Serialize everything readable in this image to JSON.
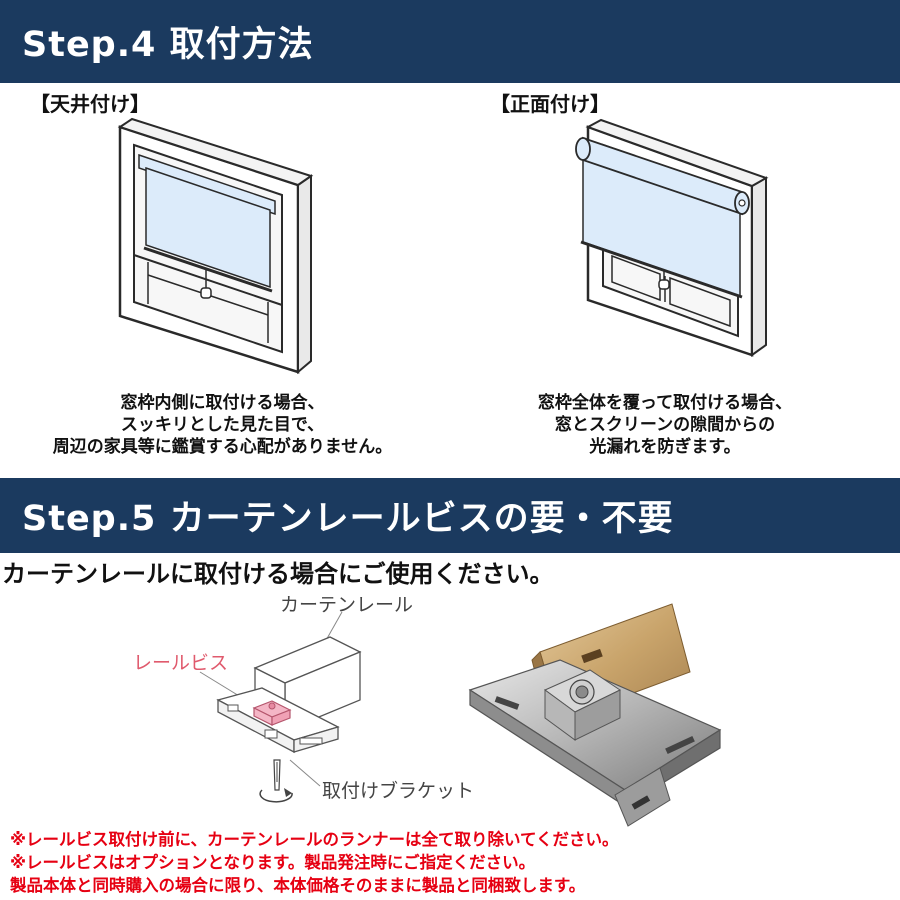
{
  "step4": {
    "title": "Step.4 取付方法",
    "ceiling": {
      "label": "【天井付け】",
      "caption": [
        "窓枠内側に取付ける場合、",
        "スッキリとした見た目で、",
        "周辺の家具等に鑑賞する心配がありません。"
      ]
    },
    "front": {
      "label": "【正面付け】",
      "caption": [
        "窓枠全体を覆って取付ける場合、",
        "窓とスクリーンの隙間からの",
        "光漏れを防ぎます。"
      ]
    }
  },
  "step5": {
    "title": "Step.5 カーテンレールビスの要・不要",
    "usage": "カーテンレールに取付ける場合にご使用ください。",
    "diagram": {
      "rail_label": "カーテンレール",
      "screw_label": "レールビス",
      "bracket_label": "取付けブラケット"
    },
    "notes": [
      "※レールビス取付け前に、カーテンレールのランナーは全て取り除いてください。",
      "※レールビスはオプションとなります。製品発注時にご指定ください。",
      "製品本体と同時購入の場合に限り、本体価格そのままに製品と同梱致します。"
    ]
  },
  "colors": {
    "banner": "#1b3a5f",
    "screen": "#dcebfa",
    "screw_highlight": "#f4b6c6",
    "note_red": "#e60012"
  }
}
